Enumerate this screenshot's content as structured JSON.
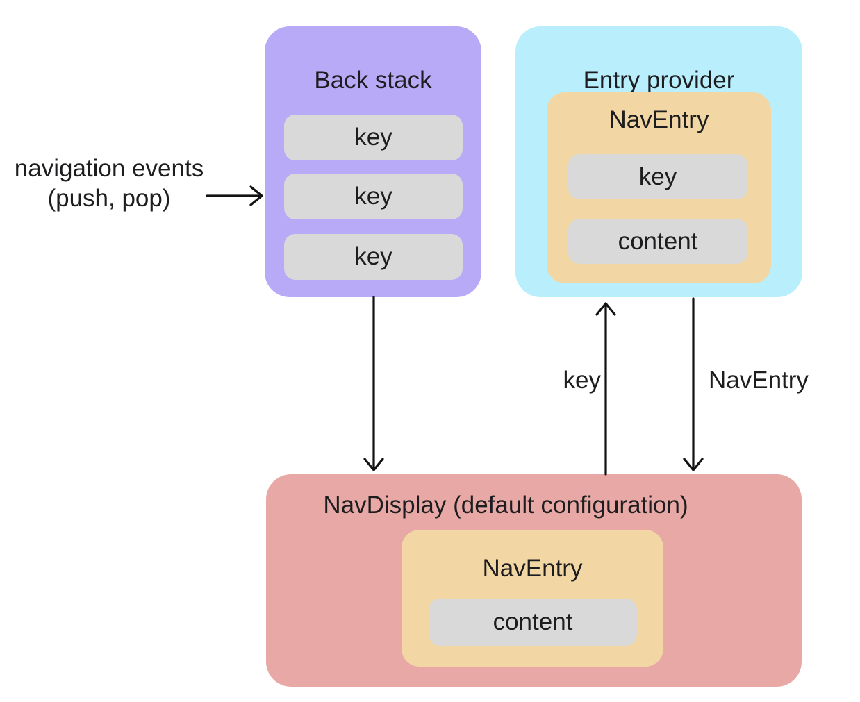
{
  "diagram": {
    "back_stack": {
      "title": "Back stack",
      "keys": [
        "key",
        "key",
        "key"
      ]
    },
    "entry_provider": {
      "title": "Entry provider",
      "nav_entry": {
        "title": "NavEntry",
        "key_label": "key",
        "content_label": "content"
      }
    },
    "nav_display": {
      "title": "NavDisplay (default configuration)",
      "nav_entry": {
        "title": "NavEntry",
        "content_label": "content"
      }
    },
    "annotations": {
      "nav_events_line1": "navigation events",
      "nav_events_line2": "(push, pop)",
      "key_arrow_label": "key",
      "nav_entry_arrow_label": "NavEntry"
    },
    "arrows": [
      {
        "from": "navigation-events-label",
        "to": "back-stack",
        "direction": "right"
      },
      {
        "from": "back-stack",
        "to": "nav-display",
        "direction": "down"
      },
      {
        "from": "nav-display",
        "to": "entry-provider",
        "direction": "up",
        "label": "key"
      },
      {
        "from": "entry-provider",
        "to": "nav-display",
        "direction": "down",
        "label": "NavEntry"
      }
    ],
    "colors": {
      "back_stack_bg": "#b8aaf7",
      "entry_provider_bg": "#b9eefc",
      "nav_entry_bg": "#f2d7a4",
      "nav_display_bg": "#e8a9a6",
      "pill_bg": "#d9d9d9",
      "arrow": "#121212",
      "text": "#1d1d1f",
      "canvas_bg": "#ffffff"
    }
  }
}
